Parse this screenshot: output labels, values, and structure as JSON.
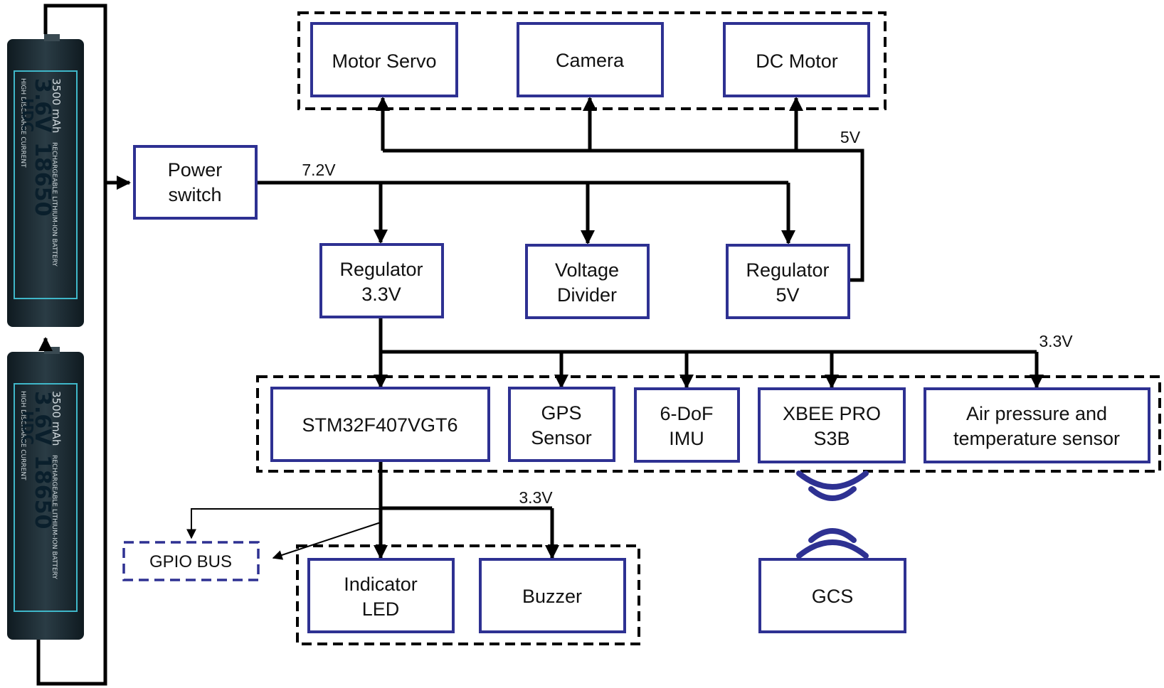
{
  "battery": {
    "voltage": "3.6V",
    "capacity": "3500 mAh",
    "model": "18650",
    "brand": "HDC",
    "type": "RECHARGEABLE LITHIUM-ION BATTERY",
    "note": "HIGH DISCHARGE CURRENT"
  },
  "blocks": {
    "motor_servo": "Motor Servo",
    "camera": "Camera",
    "dc_motor": "DC Motor",
    "power_switch": [
      "Power",
      "switch"
    ],
    "regulator_33": [
      "Regulator",
      "3.3V"
    ],
    "voltage_divider": [
      "Voltage",
      "Divider"
    ],
    "regulator_5": [
      "Regulator",
      "5V"
    ],
    "stm32": "STM32F407VGT6",
    "gps": [
      "GPS",
      "Sensor"
    ],
    "imu": [
      "6-DoF",
      "IMU"
    ],
    "xbee": [
      "XBEE PRO",
      "S3B"
    ],
    "air_sensor": [
      "Air pressure and",
      "temperature sensor"
    ],
    "indicator_led": [
      "Indicator",
      "LED"
    ],
    "buzzer": "Buzzer",
    "gcs": "GCS",
    "gpio_bus": "GPIO BUS"
  },
  "voltages": {
    "power_rail": "7.2V",
    "motor_rail": "5V",
    "sensor_rail": "3.3V",
    "output_rail": "3.3V"
  },
  "colors": {
    "block_border": "#2e3192",
    "wire": "#000000",
    "battery_body": "#1c2b33",
    "battery_label": "#3fb7c9"
  }
}
